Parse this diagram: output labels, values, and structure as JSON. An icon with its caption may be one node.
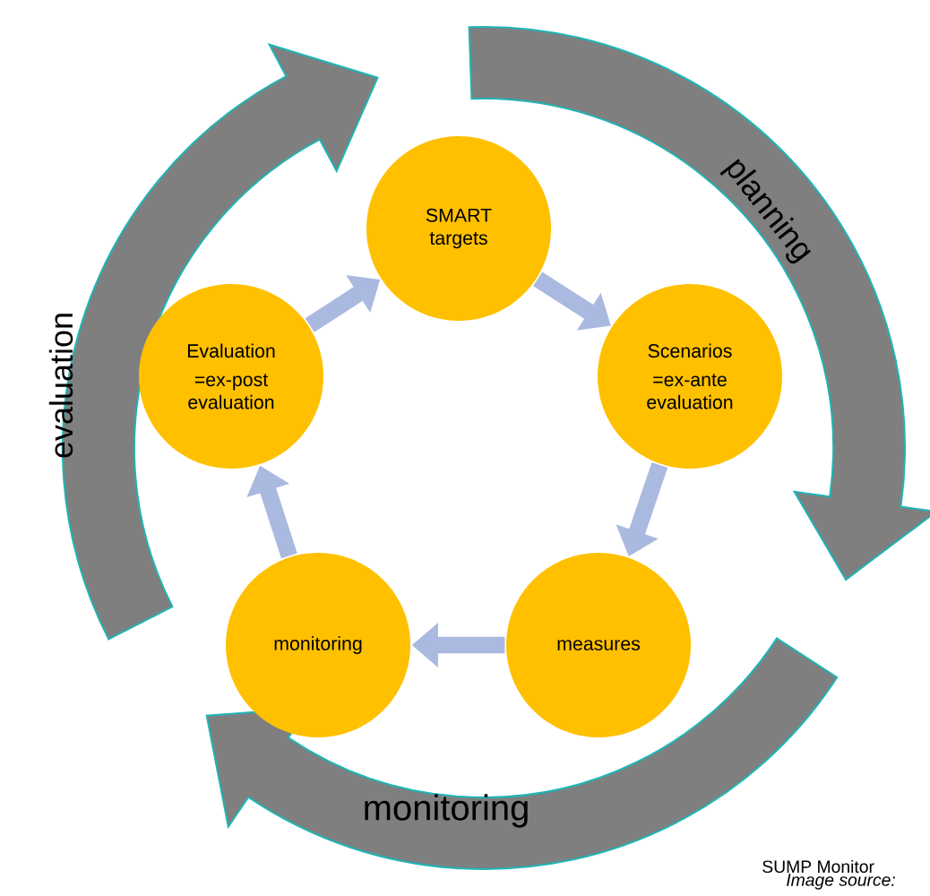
{
  "diagram": {
    "nodes": [
      {
        "text": [
          "SMART targets"
        ]
      },
      {
        "text": [
          "Evaluation",
          "=ex-post evaluation"
        ]
      },
      {
        "text": [
          "Scenarios",
          "=ex-ante evaluation"
        ]
      },
      {
        "text": [
          "monitoring"
        ]
      },
      {
        "text": [
          "measures"
        ]
      },
      {
        "text": [
          "evaluation"
        ]
      },
      {
        "text": [
          "planning"
        ]
      },
      {
        "text": [
          "monitoring"
        ]
      }
    ],
    "edges": [
      {
        "from": 0,
        "to": 2,
        "arrow": "to"
      },
      {
        "from": 2,
        "to": 4,
        "arrow": "to"
      },
      {
        "from": 4,
        "to": 3,
        "arrow": "to"
      },
      {
        "from": 3,
        "to": 1,
        "arrow": "to"
      },
      {
        "from": 1,
        "to": 0,
        "arrow": "to"
      }
    ],
    "labels": [
      "SUMP Monitor",
      "Image source:"
    ]
  }
}
